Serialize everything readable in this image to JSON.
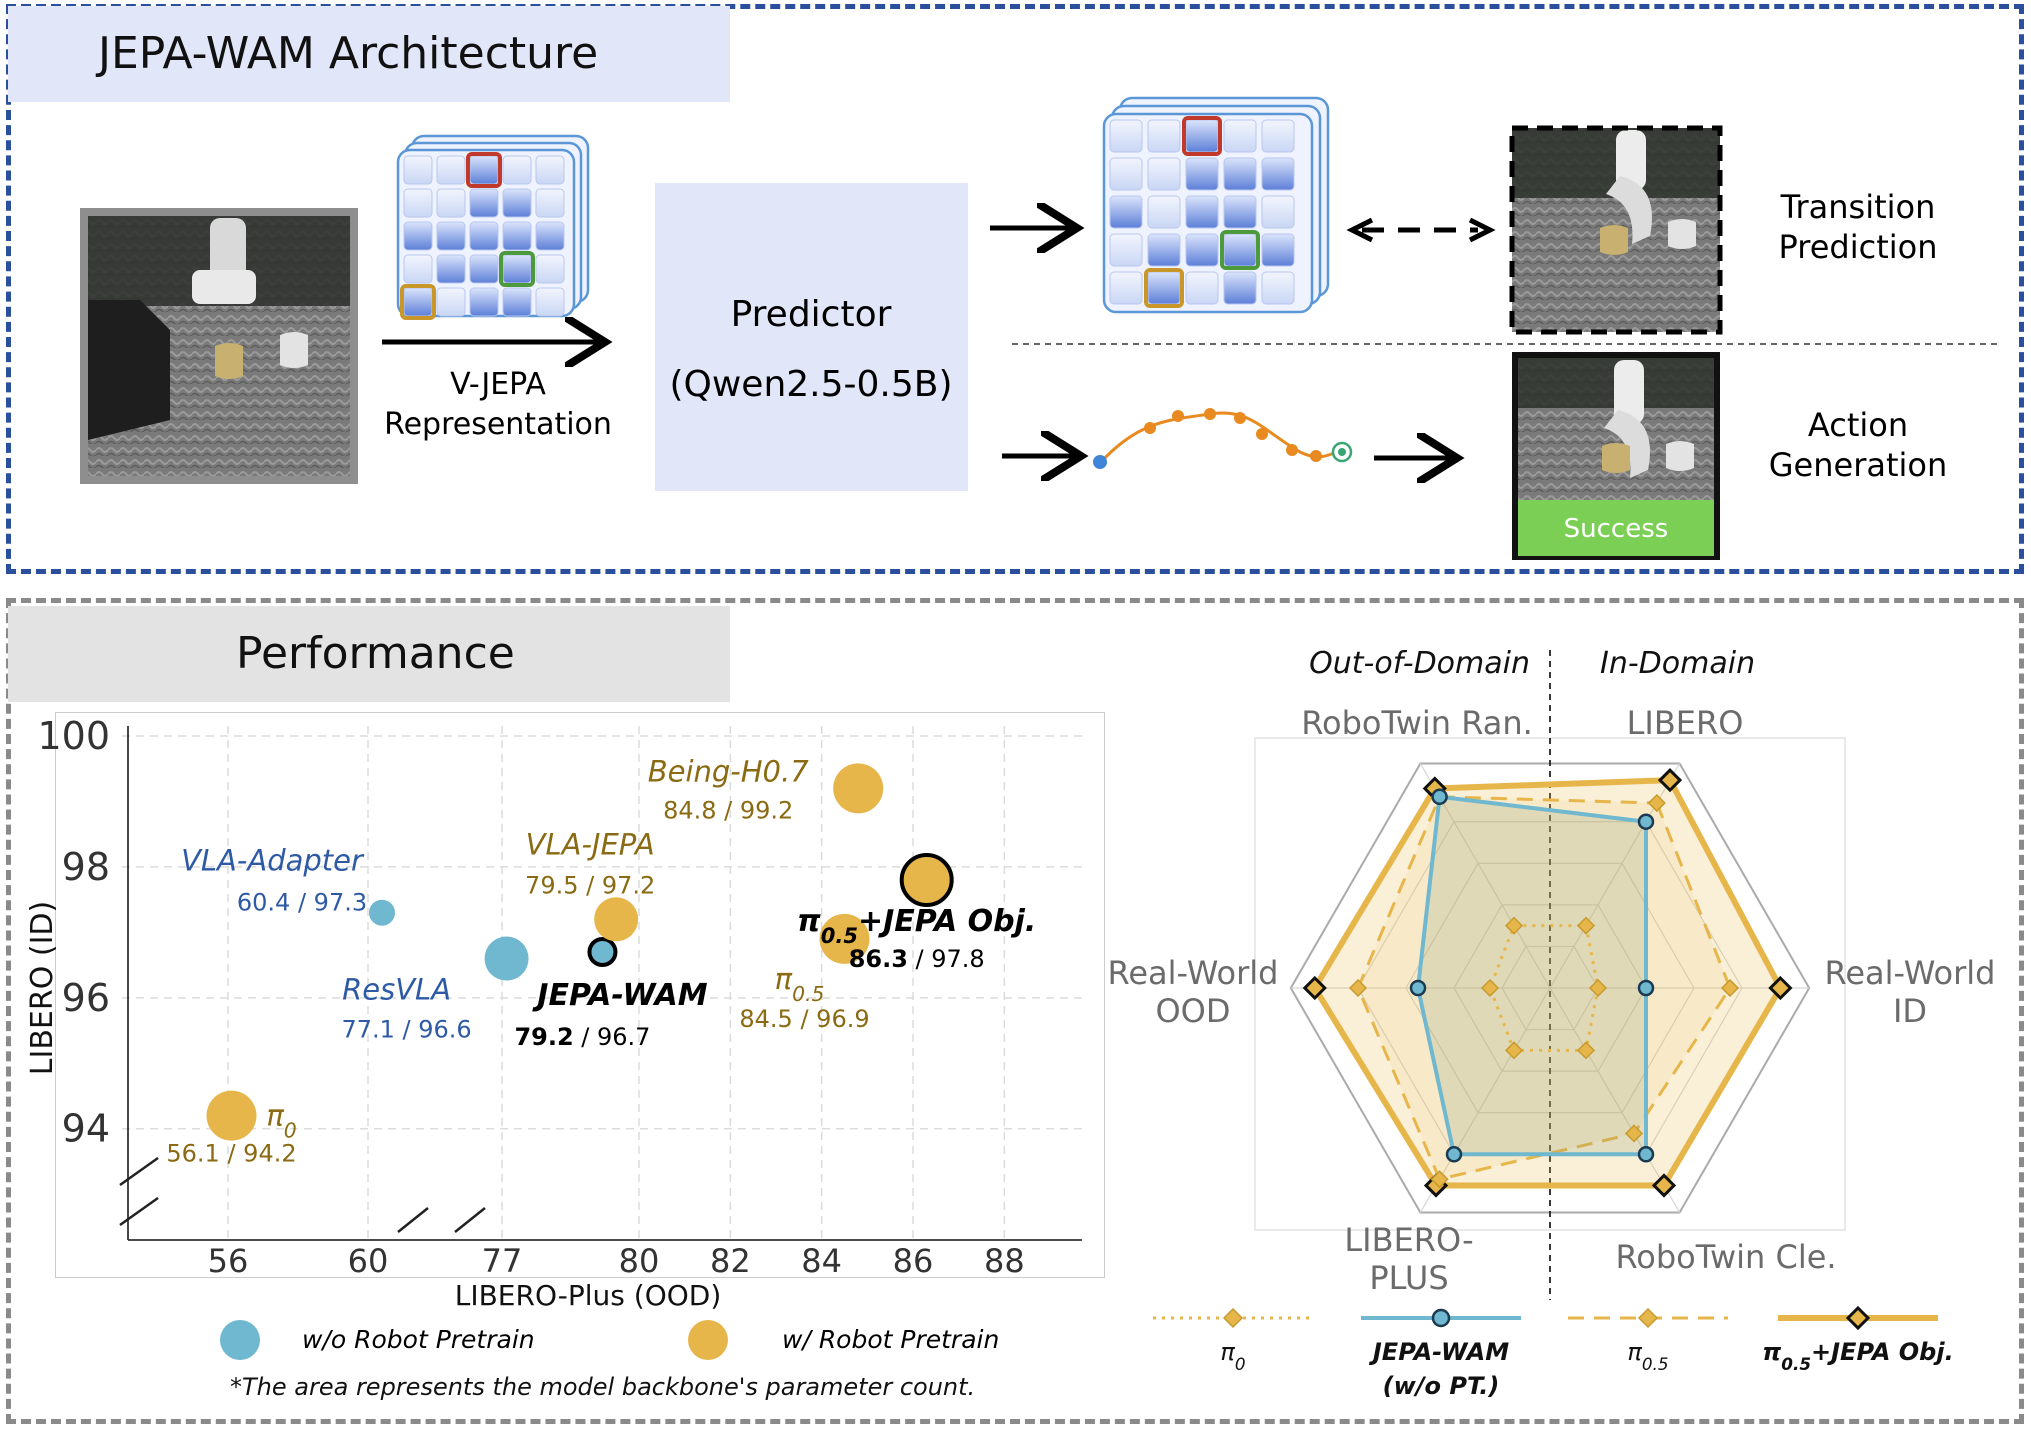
{
  "architecture": {
    "title": "JEPA-WAM Architecture",
    "vjepa_label": [
      "V-JEPA",
      "Representation"
    ],
    "predictor_label": [
      "Predictor",
      "(Qwen2.5-0.5B)"
    ],
    "transition_label": [
      "Transition",
      "Prediction"
    ],
    "action_label": [
      "Action",
      "Generation"
    ],
    "success_label": "Success"
  },
  "performance": {
    "title": "Performance",
    "note": "*The area represents the model backbone's parameter count.",
    "legend": {
      "no_pretrain": "w/o Robot Pretrain",
      "pretrain": "w/ Robot Pretrain"
    }
  },
  "colors": {
    "arch_border": "#2a4f9c",
    "blue_series": "#6fb8cf",
    "gold_series": "#e7b64a",
    "blue_text": "#2e5aa5",
    "gold_text": "#8a6a12",
    "success_green": "#7ccf55"
  },
  "chart_data": [
    {
      "type": "scatter",
      "xlabel": "LIBERO-Plus (OOD)",
      "ylabel": "LIBERO (ID)",
      "x_ticks": [
        "56",
        "60",
        "77",
        "80",
        "82",
        "84",
        "86",
        "88"
      ],
      "y_ticks": [
        "94",
        "96",
        "98",
        "100"
      ],
      "axis_breaks": true,
      "grid": true,
      "points": [
        {
          "name": "VLA-Adapter",
          "x": 60.4,
          "y": 97.3,
          "value_label": "60.4 / 97.3",
          "group": "w/o Robot Pretrain",
          "size": "small"
        },
        {
          "name": "ResVLA",
          "x": 77.1,
          "y": 96.6,
          "value_label": "77.1 / 96.6",
          "group": "w/o Robot Pretrain",
          "size": "medium"
        },
        {
          "name": "JEPA-WAM",
          "x": 79.2,
          "y": 96.7,
          "value_bold": "79.2",
          "value_rest": " / 96.7",
          "group": "w/o Robot Pretrain",
          "size": "small",
          "highlight": true
        },
        {
          "name": "π0",
          "x": 56.1,
          "y": 94.2,
          "value_label": "56.1 / 94.2",
          "group": "w/ Robot Pretrain",
          "size": "large"
        },
        {
          "name": "VLA-JEPA",
          "x": 79.5,
          "y": 97.2,
          "value_label": "79.5 / 97.2",
          "group": "w/ Robot Pretrain",
          "size": "medium"
        },
        {
          "name": "Being-H0.7",
          "x": 84.8,
          "y": 99.2,
          "value_label": "84.8 / 99.2",
          "group": "w/ Robot Pretrain",
          "size": "large"
        },
        {
          "name": "π0.5",
          "x": 84.5,
          "y": 96.9,
          "value_label": "84.5 / 96.9",
          "group": "w/ Robot Pretrain",
          "size": "large"
        },
        {
          "name": "π0.5+JEPA Obj.",
          "x": 86.3,
          "y": 97.8,
          "value_bold": "86.3",
          "value_rest": " / 97.8",
          "group": "w/ Robot Pretrain",
          "size": "large",
          "highlight": true
        }
      ]
    },
    {
      "type": "radar",
      "region_labels": [
        "Out-of-Domain",
        "In-Domain"
      ],
      "axes": [
        "LIBERO",
        "Real-World ID",
        "RoboTwin Cle.",
        "LIBERO-PLUS",
        "Real-World OOD",
        "RoboTwin Ran."
      ],
      "axes_display": [
        [
          "LIBERO"
        ],
        [
          "Real-World",
          "ID"
        ],
        [
          "RoboTwin Cle."
        ],
        [
          "LIBERO-",
          "PLUS"
        ],
        [
          "Real-World",
          "OOD"
        ],
        [
          "RoboTwin Ran."
        ]
      ],
      "series": [
        {
          "name": "π0",
          "style": "dotted",
          "values": [
            0.3,
            0.2,
            0.3,
            0.3,
            0.25,
            0.3
          ]
        },
        {
          "name": "JEPA-WAM (w/o PT.)",
          "style": "solid-thin",
          "values": [
            0.8,
            0.4,
            0.8,
            0.8,
            0.55,
            0.92
          ]
        },
        {
          "name": "π0.5",
          "style": "dashed",
          "values": [
            0.89,
            0.75,
            0.7,
            0.92,
            0.8,
            0.92
          ]
        },
        {
          "name": "π0.5+JEPA Obj.",
          "style": "solid-thick",
          "values": [
            1.0,
            0.96,
            0.95,
            0.95,
            0.98,
            0.96
          ]
        }
      ]
    }
  ]
}
